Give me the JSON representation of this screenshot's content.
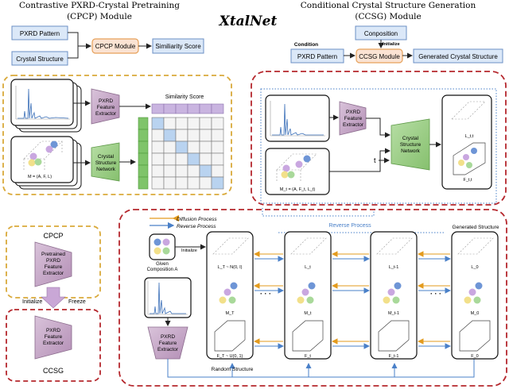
{
  "app_title": "XtalNet",
  "cpcp": {
    "title_line1": "Contrastive PXRD-Crystal Pretraining",
    "title_line2": "(CPCP) Module",
    "pxrd_pattern": "PXRD Pattern",
    "crystal_structure": "Crystal Structure",
    "module": "CPCP Module",
    "similarity_score": "Similiarity Score",
    "sim_score_label": "Similarity Score",
    "extractor": [
      "PXRD",
      "Feature",
      "Extractor"
    ],
    "network": [
      "Crystal",
      "Structure",
      "Network"
    ],
    "m_label": "M = (A, F, L)"
  },
  "ccsg": {
    "title_line1": "Conditional Crystal Structure Generation",
    "title_line2": "(CCSG) Module",
    "condition": "Condition",
    "composition": "Conposition",
    "initialize": "Initialize",
    "pxrd_pattern": "PXRD Pattern",
    "module": "CCSG Module",
    "generated": "Generated Crystal Structure",
    "extractor": [
      "PXRD",
      "Feature",
      "Extractor"
    ],
    "network": [
      "Crystal",
      "Structure",
      "Network"
    ],
    "t_label": "t",
    "mt_label": "M_t = (A, F_t, L_t)",
    "lt_label": "L_t,t",
    "ft_label": "F_t,t"
  },
  "transfer": {
    "cpcp": "CPCP",
    "pretrained": [
      "Pretrained",
      "PXRD",
      "Feature",
      "Extractor"
    ],
    "initialize": "Initialize",
    "freeze": "Freeze",
    "pxrd": [
      "PXRD",
      "Feature",
      "Extractor"
    ],
    "ccsg": "CCSG"
  },
  "process": {
    "diffusion": "Diffusion Process",
    "reverse": "Reverse Process",
    "reverse_center": "Reverse Process",
    "generated_structure": "Generated Structure",
    "given_composition": [
      "Given",
      "Composition A"
    ],
    "initialize": "Initialize",
    "random_structure": "Random Structure",
    "extractor": [
      "PXRD",
      "Feature",
      "Extractor"
    ],
    "ellipsis": "· · ·",
    "stage_labels": [
      "L_T ~ N(0, I)",
      "M_T",
      "F_T ~ U(0, 1)"
    ],
    "stage2": [
      "L_t",
      "M_t",
      "F_t"
    ],
    "stage3": [
      "L_t-1",
      "M_t-1",
      "F_t-1"
    ],
    "stage4": [
      "L_0",
      "M_0",
      "F_0"
    ]
  },
  "colors": {
    "input_box": "#dbe8f8",
    "input_border": "#6b8fc4",
    "module_box": "#fbe3d3",
    "module_border": "#e6a15a",
    "extractor": "#c7a8c8",
    "network": "#9fcf8a",
    "dash_yellow": "#d9a93a",
    "dash_red": "#b5272d",
    "dot_blue": "#4a80c8",
    "arrow_orange": "#e39b1e",
    "arrow_blue": "#4a80c8",
    "matrix_purple": "#c9b4e0",
    "matrix_green": "#7fc46a",
    "matrix_diag": "#b9d3f0"
  }
}
